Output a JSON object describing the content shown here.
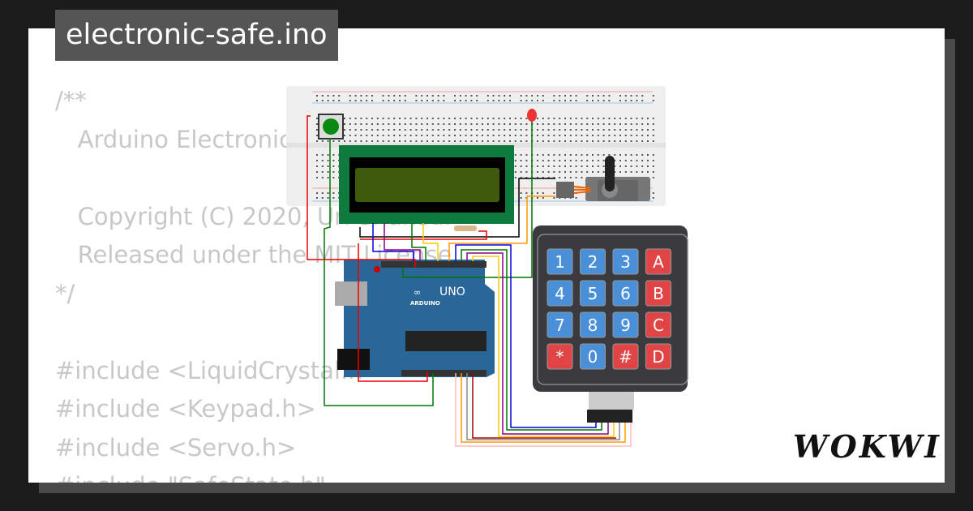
{
  "title": "electronic-safe.ino",
  "code_lines": [
    "/**",
    "   Arduino Electronic Safe",
    "",
    "   Copyright (C) 2020, Uri Shaked.",
    "   Released under the MIT License.",
    "*/",
    "",
    "#include <LiquidCrystal.h>",
    "#include <Keypad.h>",
    "#include <Servo.h>",
    "#include \"SafeState.h\""
  ],
  "logo": "WOKWI",
  "circuit": {
    "arduino_label": "UNO",
    "arduino_brand": "ARDUINO",
    "keypad_keys": [
      "1",
      "2",
      "3",
      "A",
      "4",
      "5",
      "6",
      "B",
      "7",
      "8",
      "9",
      "C",
      "*",
      "0",
      "#",
      "D"
    ],
    "colors": {
      "number_key": "#4a90d9",
      "letter_key": "#e04444",
      "pcb": "#2a6799",
      "lcd_pcb": "#0e7a3d",
      "lcd_screen": "#3f5a0a",
      "keypad_body": "#3b3b3f"
    }
  }
}
